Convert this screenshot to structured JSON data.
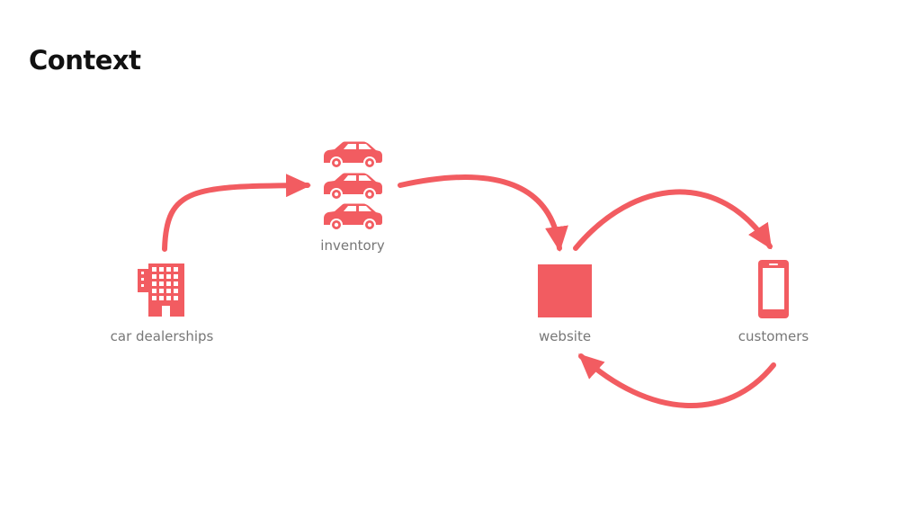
{
  "title": "Context",
  "accent_color": "#f25c61",
  "nodes": {
    "dealerships": {
      "label": "car dealerships",
      "icon": "building-icon"
    },
    "inventory": {
      "label": "inventory",
      "icon": "car-icon"
    },
    "website": {
      "label": "website",
      "icon": "square-icon"
    },
    "customers": {
      "label": "customers",
      "icon": "smartphone-icon"
    }
  }
}
